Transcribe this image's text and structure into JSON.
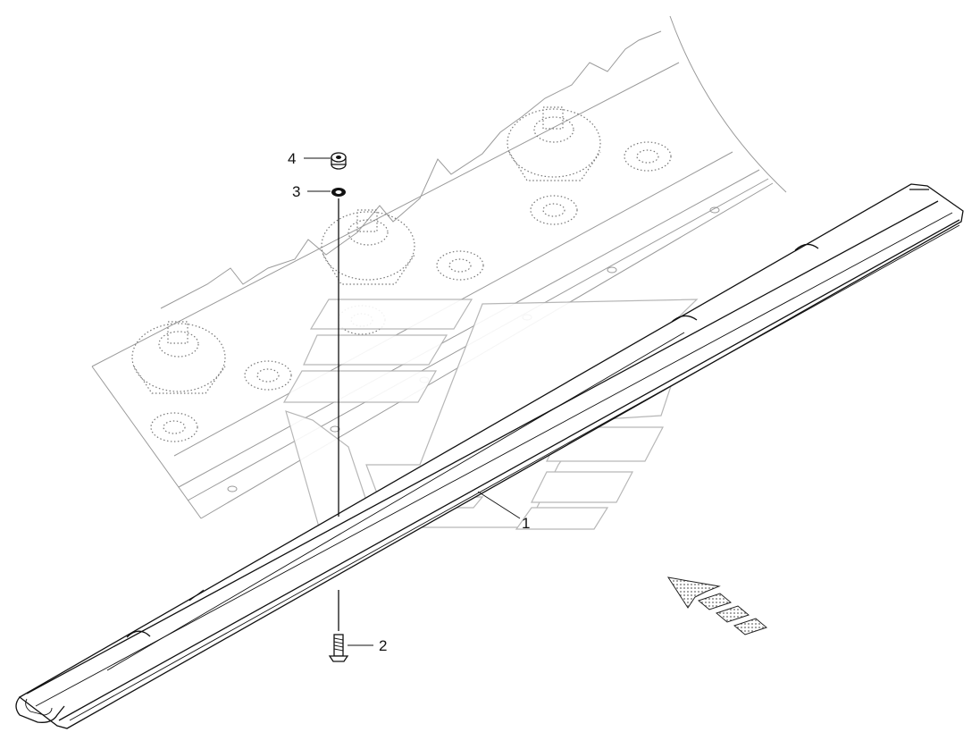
{
  "diagram": {
    "callouts": [
      {
        "id": "callout-1",
        "label": "1"
      },
      {
        "id": "callout-2",
        "label": "2"
      },
      {
        "id": "callout-3",
        "label": "3"
      },
      {
        "id": "callout-4",
        "label": "4"
      }
    ],
    "direction_icon": "travel-direction-arrow-icon",
    "colors": {
      "line": "#111111",
      "ghost": "#9a9a9a",
      "pattern": "#777777"
    }
  }
}
